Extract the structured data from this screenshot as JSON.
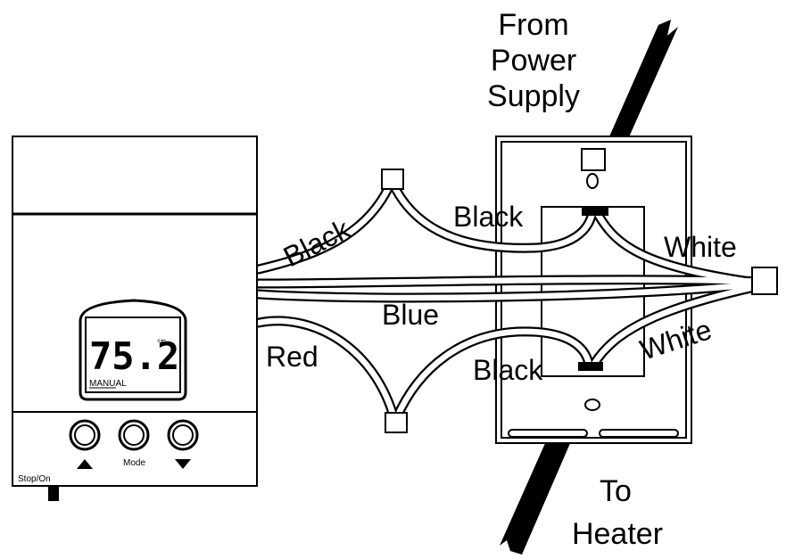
{
  "labels": {
    "from_power_supply": [
      "From",
      "Power",
      "Supply"
    ],
    "to_heater": [
      "To",
      "Heater"
    ],
    "wire_black_left": "Black",
    "wire_black_top": "Black",
    "wire_black_bottom": "Black",
    "wire_white_top": "White",
    "wire_white_bottom": "White",
    "wire_blue": "Blue",
    "wire_red": "Red"
  },
  "thermostat": {
    "temperature": "75.2",
    "unit": "°F",
    "mode": "MANUAL",
    "mode_button": "Mode",
    "stop_on_label": "Stop/On"
  },
  "colors": {
    "ink": "#000000",
    "paper": "#ffffff"
  }
}
